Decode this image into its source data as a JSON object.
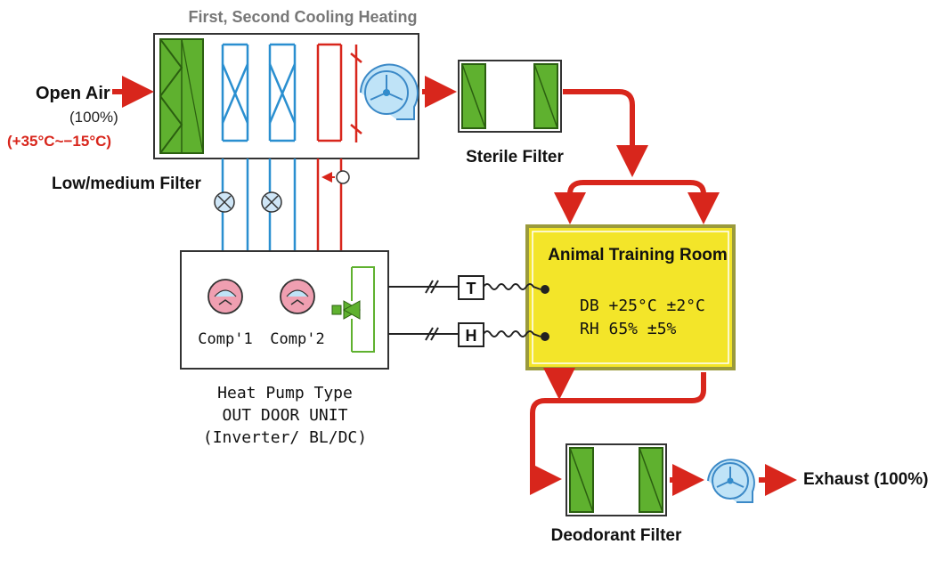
{
  "title": "First, Second Cooling Heating",
  "inlet": {
    "label": "Open Air",
    "percent": "(100%)",
    "temp_range": "(+35°C~−15°C)"
  },
  "filters": {
    "low_medium": "Low/medium Filter",
    "sterile": "Sterile Filter",
    "deodorant": "Deodorant Filter"
  },
  "room": {
    "name": "Animal Training Room",
    "db": "DB +25°C ±2°C",
    "rh": "RH 65% ±5%"
  },
  "sensors": {
    "temp": "T",
    "humidity": "H"
  },
  "outdoor_unit": {
    "comp1": "Comp'1",
    "comp2": "Comp'2",
    "line1": "Heat Pump Type",
    "line2": "OUT DOOR UNIT",
    "line3": "(Inverter/ BL/DC)"
  },
  "exhaust": "Exhaust (100%)",
  "colors": {
    "flow_arrow": "#d8261c",
    "filter_green": "#5fb12f",
    "chilled_pipe": "#2a8fd0",
    "hot_pipe": "#d8261c",
    "room_fill": "#f3e529",
    "room_border": "#9a9a3c",
    "fan_fill": "#bfe3f7",
    "compressor_pink": "#ef9fb1",
    "valve_green": "#5fb12f"
  }
}
